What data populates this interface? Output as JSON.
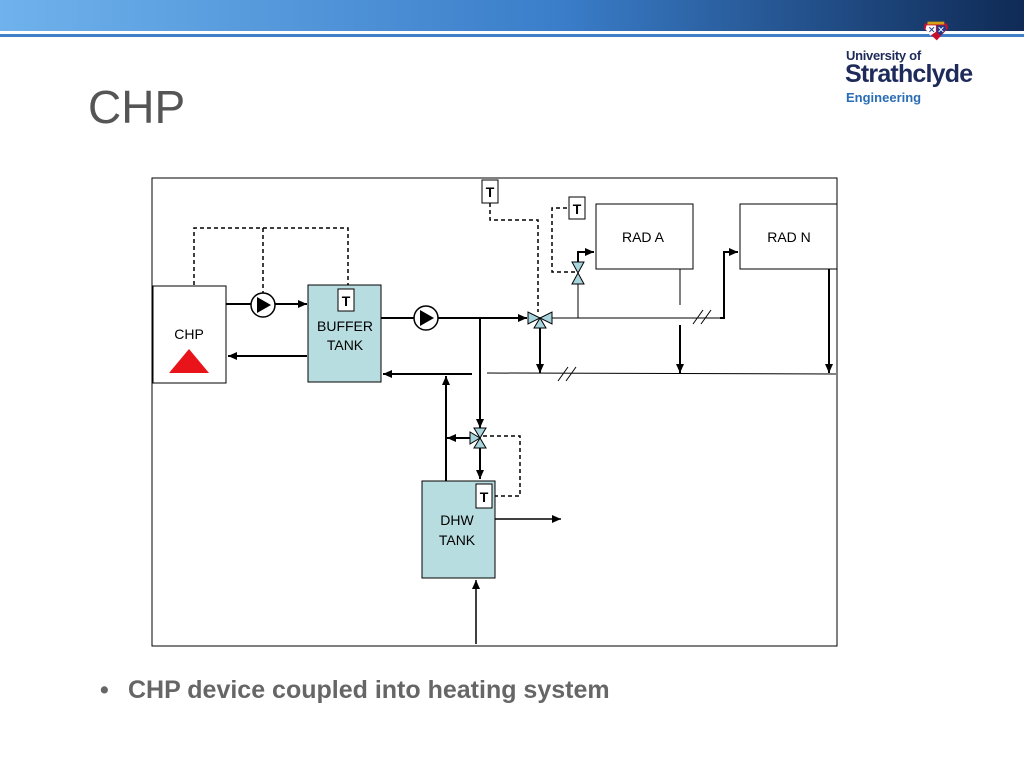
{
  "title": "CHP",
  "logo": {
    "line1": "University of",
    "line2": "Strathclyde",
    "line3": "Engineering"
  },
  "diagram": {
    "chp_label": "CHP",
    "buffer_label_1": "BUFFER",
    "buffer_label_2": "TANK",
    "dhw_label_1": "DHW",
    "dhw_label_2": "TANK",
    "rad_a_label": "RAD A",
    "rad_n_label": "RAD N",
    "sensor_label": "T"
  },
  "bullets": [
    {
      "text": "CHP device coupled into heating system"
    }
  ],
  "colors": {
    "tank_fill": "#b8dde0",
    "flame": "#e8141a",
    "valve": "#a8d4de"
  }
}
